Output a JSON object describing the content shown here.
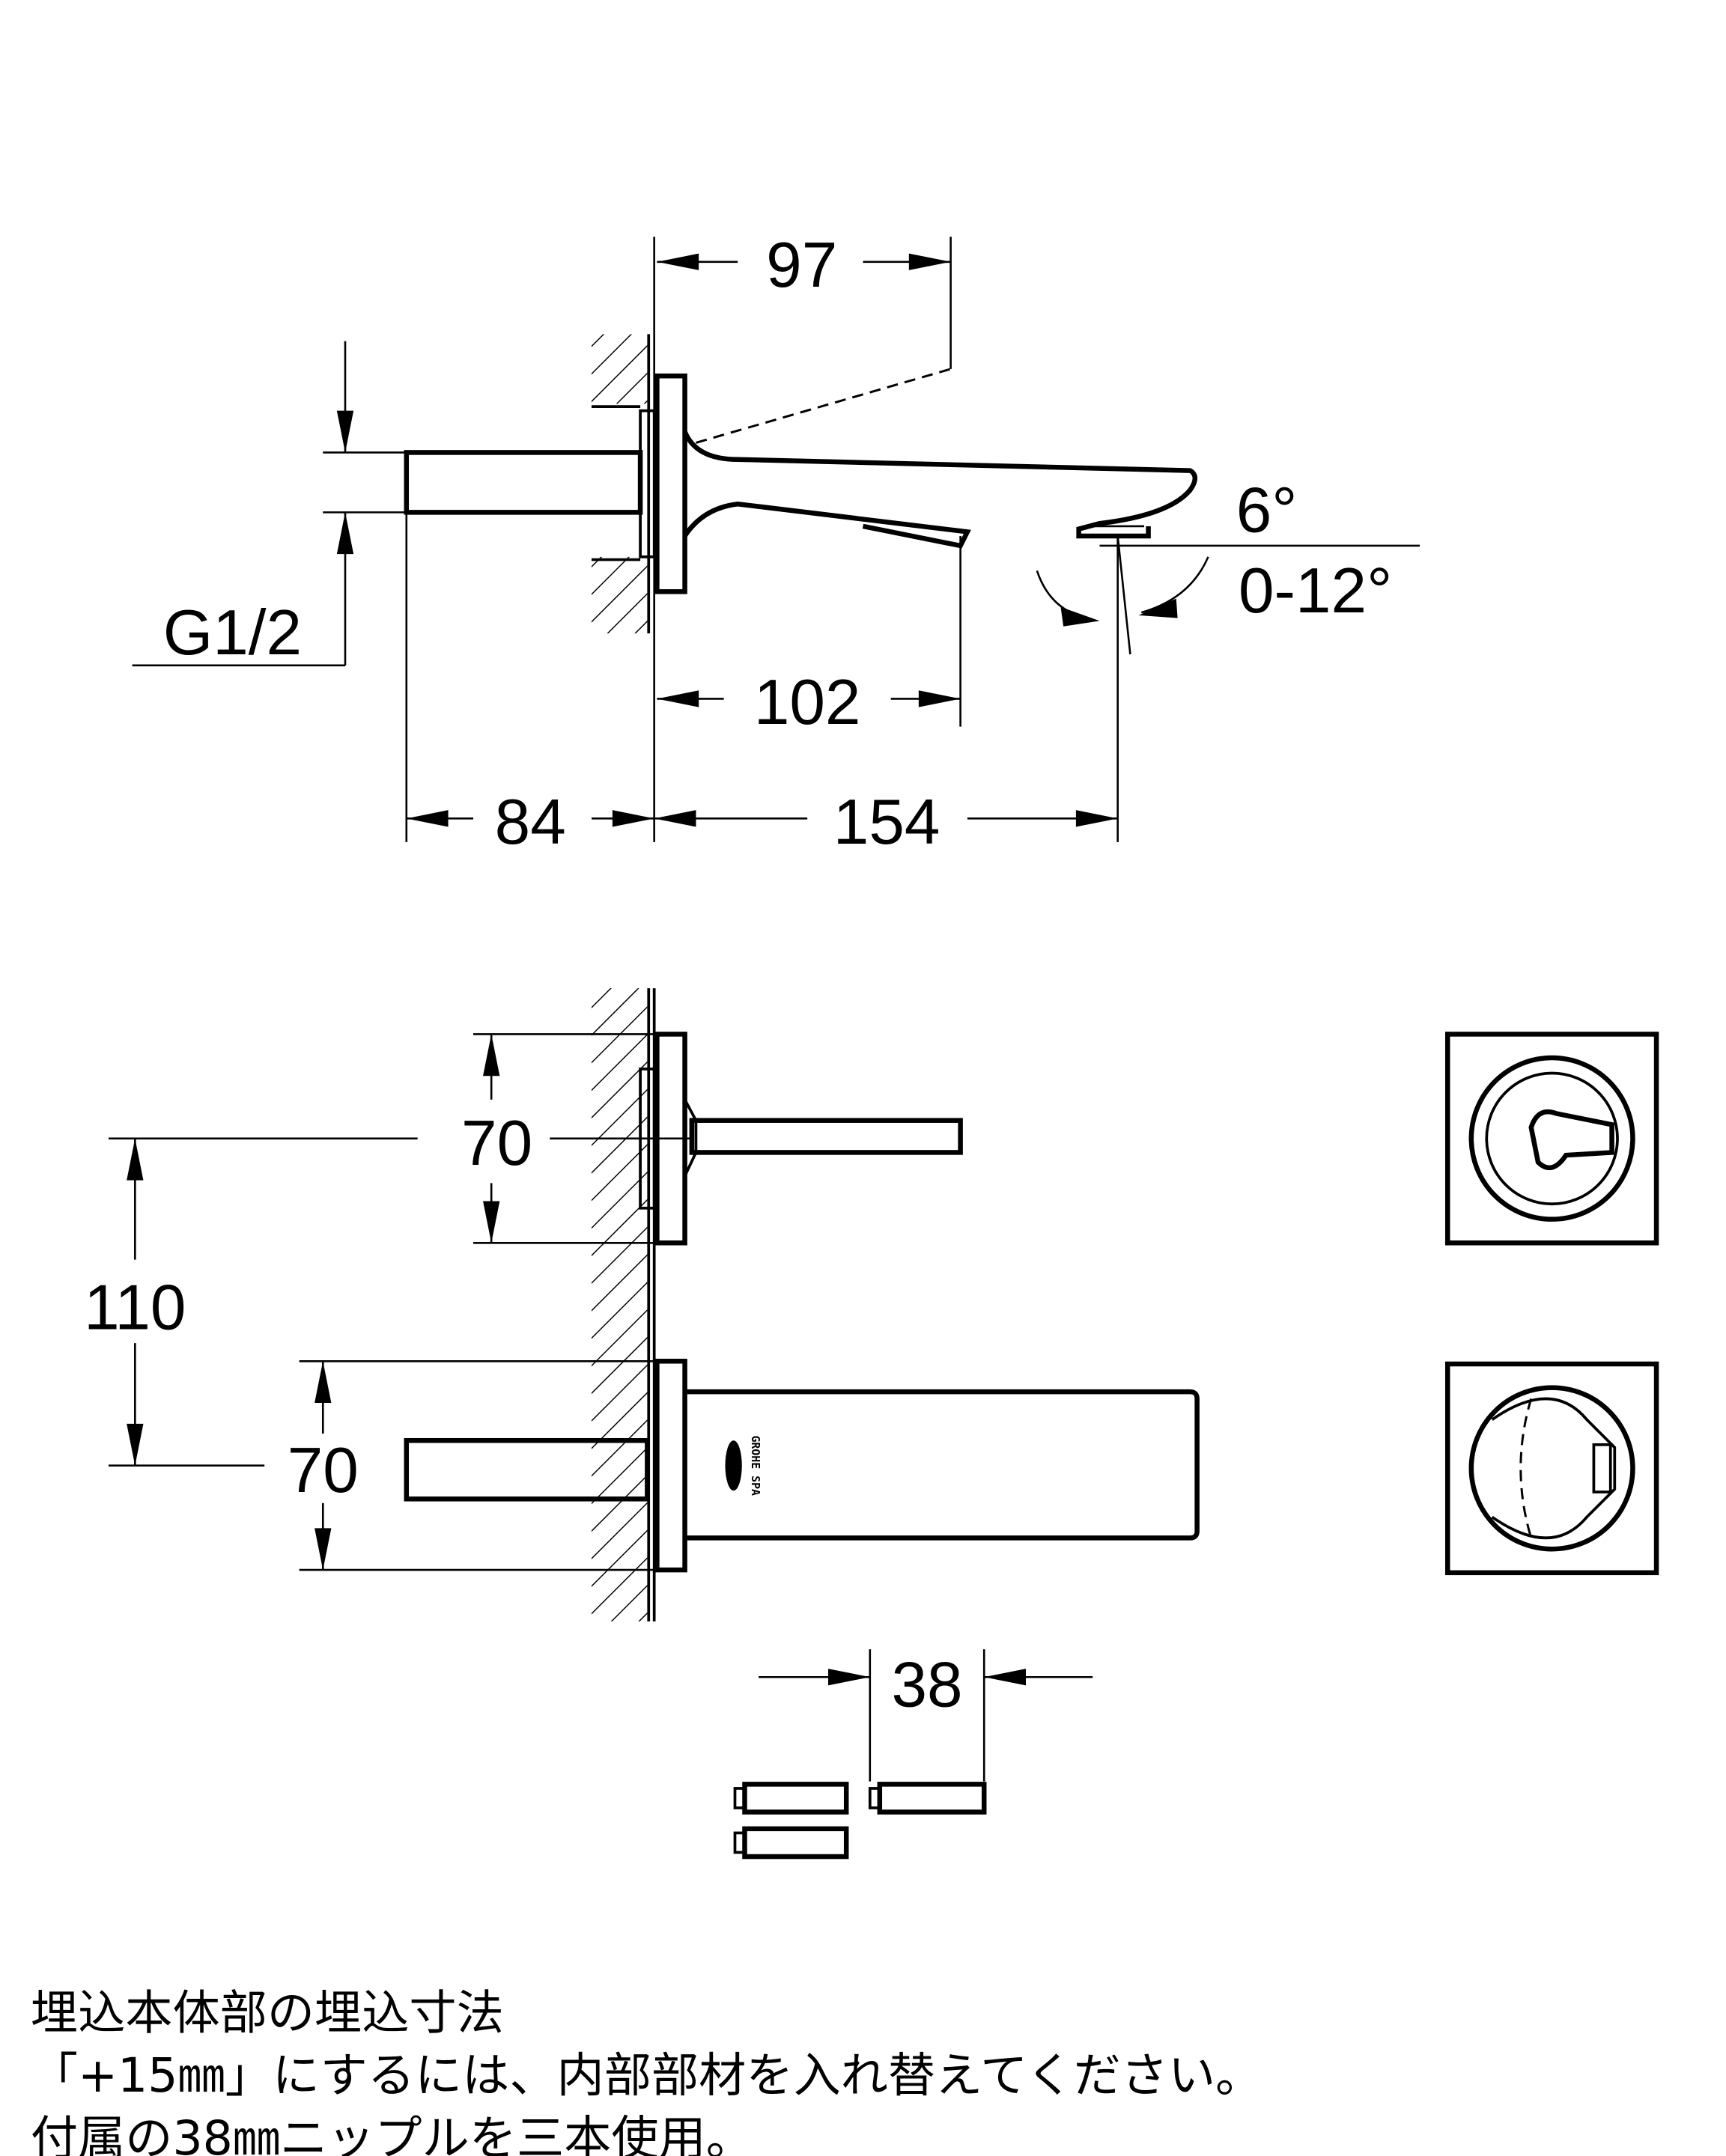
{
  "dimensions": {
    "top_view": {
      "d97": "97",
      "d102": "102",
      "d84": "84",
      "d154": "154",
      "thread": "G1/2",
      "angle_fixed": "6°",
      "angle_range": "0-12°"
    },
    "front_view": {
      "d70_upper": "70",
      "d110": "110",
      "d70_lower": "70",
      "d38": "38"
    }
  },
  "logo_text": "GROHE SPA",
  "notes": [
    "埋込本体部の埋込寸法",
    "「+15㎜」にするには、内部部材を入れ替えてください。",
    "付属の38㎜ニップルを三本使用。"
  ],
  "colors": {
    "line": "#000000",
    "background": "#ffffff"
  }
}
